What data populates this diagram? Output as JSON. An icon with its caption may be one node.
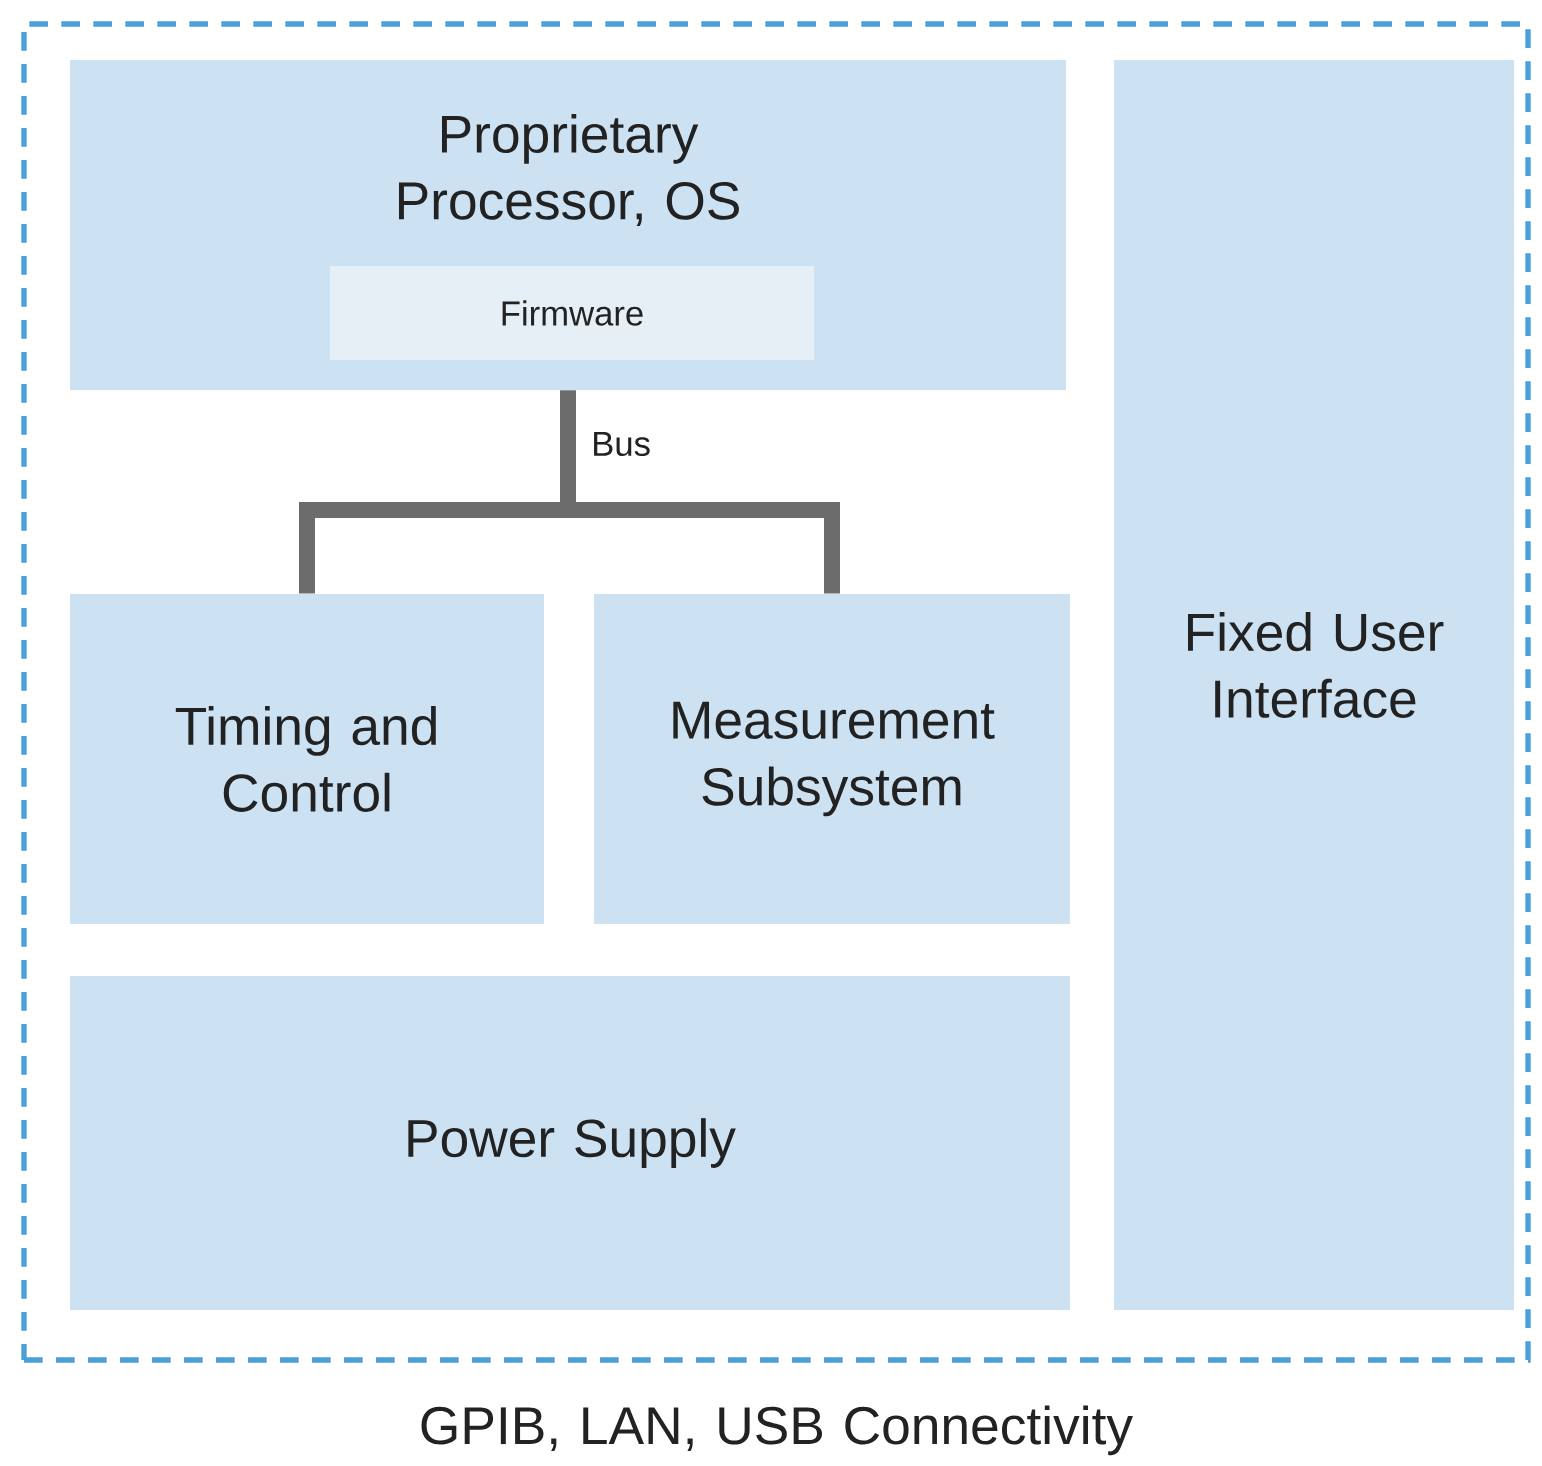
{
  "diagram": {
    "nodes": [
      {
        "text": [
          "GPIB, LAN, USB Connectivity"
        ]
      },
      {
        "text": [
          "Proprietary Processor, OS"
        ],
        "in": 0
      },
      {
        "text": [
          "Firmware"
        ],
        "in": 1
      },
      {
        "text": [
          "Timing and Control"
        ],
        "in": 0
      },
      {
        "text": [
          "Measurement Subsystem"
        ],
        "in": 0
      },
      {
        "text": [
          "Power Supply"
        ],
        "in": 0
      },
      {
        "text": [
          "Fixed User Interface"
        ],
        "in": 0
      }
    ],
    "edges": [
      {
        "from": 1,
        "to": 3,
        "arrow": "none",
        "label": "Bus"
      },
      {
        "from": 1,
        "to": 4,
        "arrow": "none"
      }
    ]
  }
}
